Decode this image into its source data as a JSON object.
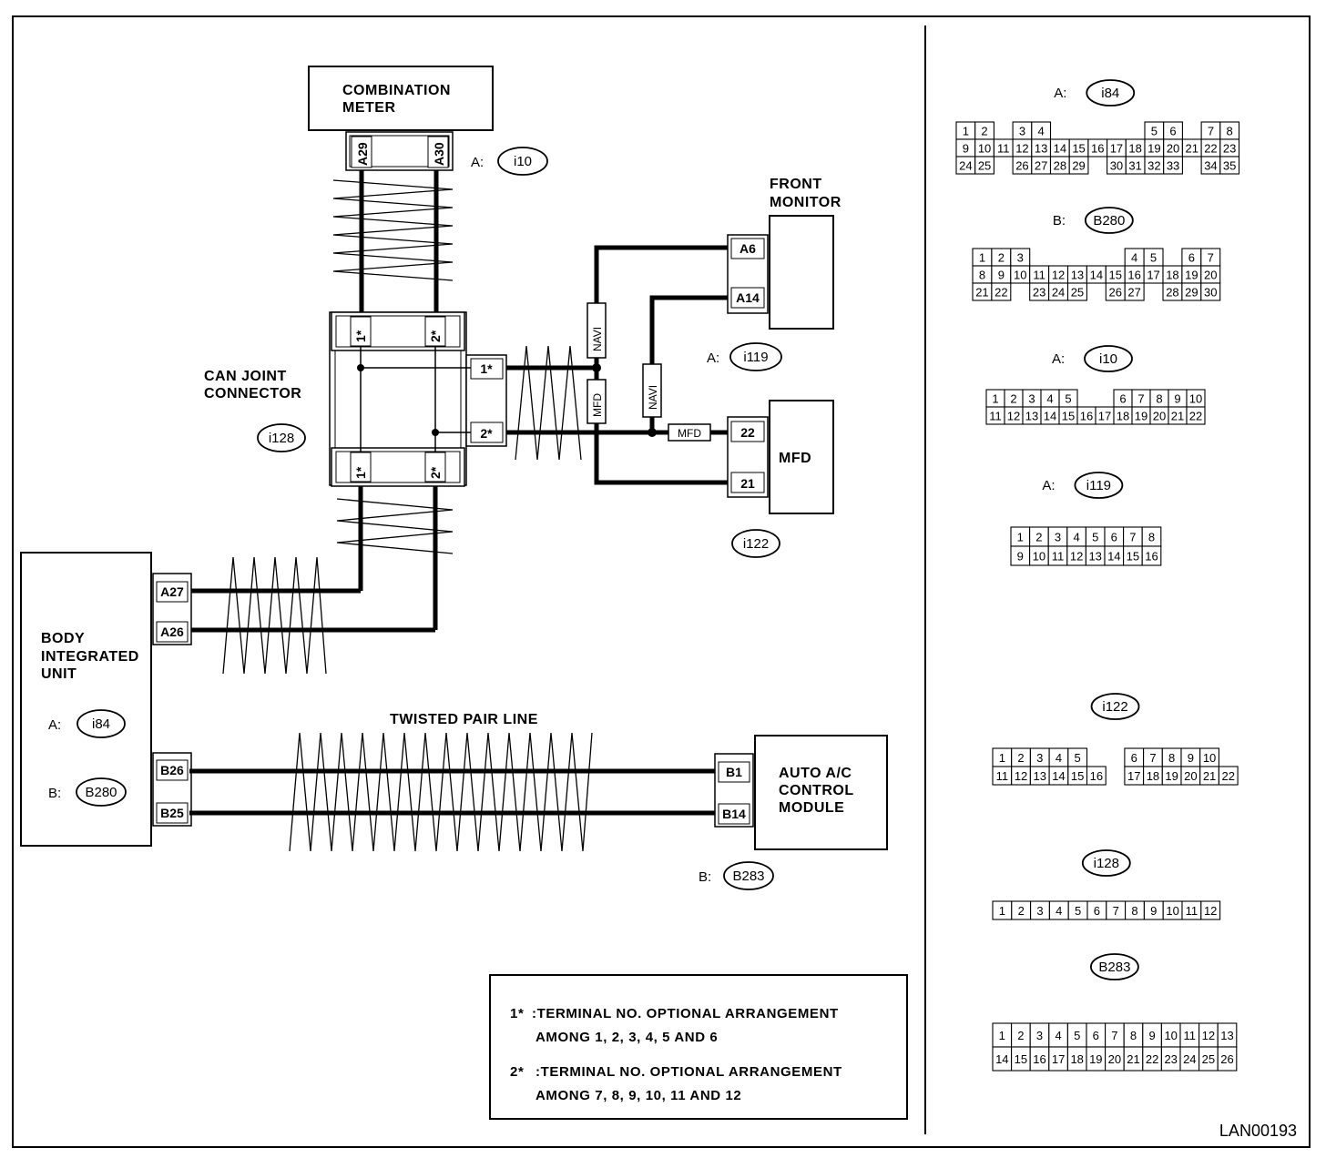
{
  "components": {
    "combination_meter": [
      "COMBINATION",
      "METER"
    ],
    "front_monitor": [
      "FRONT",
      "MONITOR"
    ],
    "mfd": "MFD",
    "can_joint_connector": [
      "CAN JOINT",
      "CONNECTOR"
    ],
    "body_integrated_unit": [
      "BODY",
      "INTEGRATED",
      "UNIT"
    ],
    "auto_ac": [
      "AUTO A/C",
      "CONTROL",
      "MODULE"
    ]
  },
  "refs": {
    "i10": {
      "prefix": "A:",
      "code": "i10"
    },
    "i119": {
      "prefix": "A:",
      "code": "i119"
    },
    "i122": {
      "prefix": "",
      "code": "i122"
    },
    "i128": {
      "prefix": "",
      "code": "i128"
    },
    "i84": {
      "prefix": "A:",
      "code": "i84"
    },
    "b280": {
      "prefix": "B:",
      "code": "B280"
    },
    "b283": {
      "prefix": "B:",
      "code": "B283"
    }
  },
  "terminals": {
    "a29": "A29",
    "a30": "A30",
    "a6": "A6",
    "a14": "A14",
    "t22": "22",
    "t21": "21",
    "j1": "1*",
    "j2": "2*",
    "a27": "A27",
    "a26": "A26",
    "b26": "B26",
    "b25": "B25",
    "b1": "B1",
    "b14": "B14"
  },
  "wire_labels": {
    "navi": "NAVI",
    "mfd": "MFD"
  },
  "twisted_pair_label": "TWISTED PAIR LINE",
  "notes": [
    {
      "mark": "1*",
      "line1": ":TERMINAL NO. OPTIONAL ARRANGEMENT",
      "line2": "AMONG 1, 2, 3, 4, 5 AND 6"
    },
    {
      "mark": "2*",
      "line1": ":TERMINAL NO. OPTIONAL ARRANGEMENT",
      "line2": "AMONG 7, 8, 9, 10, 11 AND 12"
    }
  ],
  "connector_views": [
    {
      "prefix": "A:",
      "code": "i84",
      "rows": [
        [
          "1",
          "2",
          "",
          "3",
          "4",
          "",
          "",
          "",
          "",
          "",
          "5",
          "6",
          "",
          "7",
          "8"
        ],
        [
          "9",
          "10",
          "11",
          "12",
          "13",
          "14",
          "15",
          "16",
          "17",
          "18",
          "19",
          "20",
          "21",
          "22",
          "23"
        ],
        [
          "24",
          "25",
          "",
          "26",
          "27",
          "28",
          "29",
          "",
          "30",
          "31",
          "32",
          "33",
          "",
          "34",
          "35"
        ]
      ]
    },
    {
      "prefix": "B:",
      "code": "B280",
      "rows": [
        [
          "1",
          "2",
          "3",
          "",
          "",
          "",
          "",
          "",
          "4",
          "5",
          "",
          "6",
          "7"
        ],
        [
          "8",
          "9",
          "10",
          "11",
          "12",
          "13",
          "14",
          "15",
          "16",
          "17",
          "18",
          "19",
          "20"
        ],
        [
          "21",
          "22",
          "",
          "23",
          "24",
          "25",
          "",
          "26",
          "27",
          "",
          "28",
          "29",
          "30"
        ]
      ]
    },
    {
      "prefix": "A:",
      "code": "i10",
      "rows": [
        [
          "1",
          "2",
          "3",
          "4",
          "5",
          "",
          "",
          "6",
          "7",
          "8",
          "9",
          "10"
        ],
        [
          "11",
          "12",
          "13",
          "14",
          "15",
          "16",
          "17",
          "18",
          "19",
          "20",
          "21",
          "22"
        ]
      ]
    },
    {
      "prefix": "A:",
      "code": "i119",
      "rows": [
        [
          "1",
          "2",
          "3",
          "4",
          "5",
          "6",
          "7",
          "8"
        ],
        [
          "9",
          "10",
          "11",
          "12",
          "13",
          "14",
          "15",
          "16"
        ]
      ]
    },
    {
      "prefix": "",
      "code": "i122",
      "rows": [
        [
          "1",
          "2",
          "3",
          "4",
          "5",
          "",
          "",
          "6",
          "7",
          "8",
          "9",
          "10"
        ],
        [
          "11",
          "12",
          "13",
          "14",
          "15",
          "16",
          "",
          "17",
          "18",
          "19",
          "20",
          "21",
          "22"
        ]
      ]
    },
    {
      "prefix": "",
      "code": "i128",
      "rows": [
        [
          "1",
          "2",
          "3",
          "4",
          "5",
          "6",
          "7",
          "8",
          "9",
          "10",
          "11",
          "12"
        ]
      ]
    },
    {
      "prefix": "",
      "code": "B283",
      "rows": [
        [
          "1",
          "2",
          "3",
          "4",
          "5",
          "6",
          "7",
          "8",
          "9",
          "10",
          "11",
          "12",
          "13"
        ],
        [
          "14",
          "15",
          "16",
          "17",
          "18",
          "19",
          "20",
          "21",
          "22",
          "23",
          "24",
          "25",
          "26"
        ]
      ]
    }
  ],
  "drawing_code": "LAN00193"
}
